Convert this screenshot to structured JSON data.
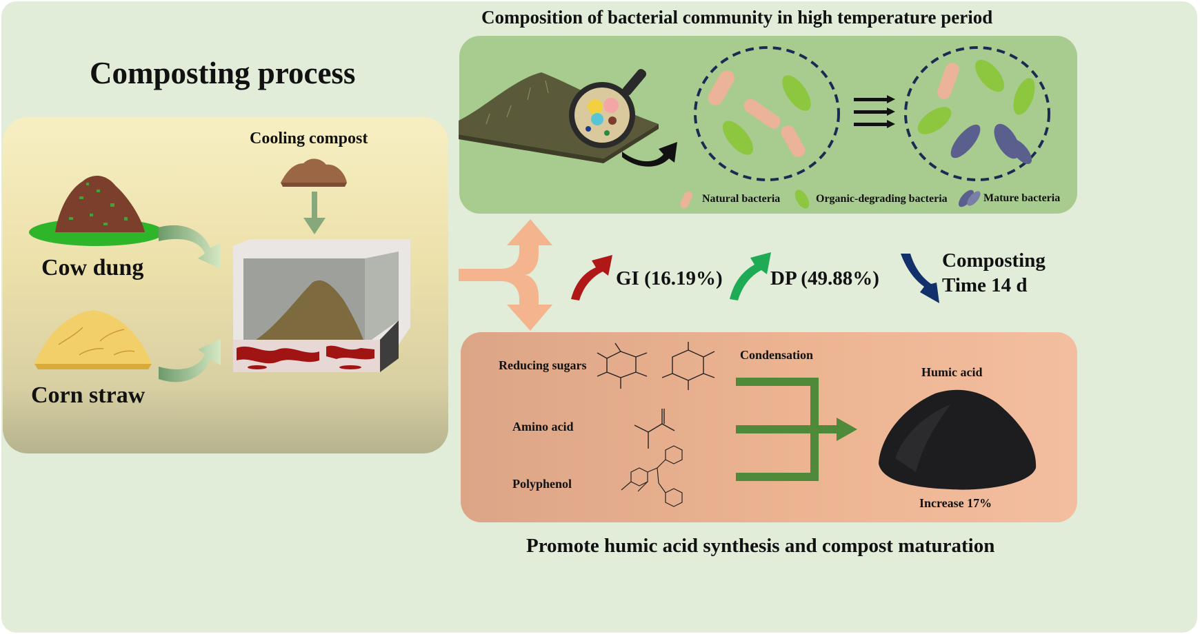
{
  "left": {
    "title": "Composting process",
    "cooling_label": "Cooling compost",
    "cow_label": "Cow dung",
    "corn_label": "Corn straw"
  },
  "top": {
    "title": "Composition of bacterial community in high temperature period",
    "legend": {
      "natural": "Natural bacteria",
      "organic": "Organic-degrading bacteria",
      "mature": "Mature bacteria"
    }
  },
  "middle": {
    "gi": "GI (16.19%)",
    "dp": "DP (49.88%)",
    "time_line1": "Composting",
    "time_line2": "Time 14 d"
  },
  "bottom": {
    "title": "Promote humic acid synthesis and compost maturation",
    "reducing_sugars": "Reducing sugars",
    "amino_acid": "Amino acid",
    "polyphenol": "Polyphenol",
    "condensation": "Condensation",
    "humic_acid": "Humic acid",
    "increase": "Increase 17%"
  },
  "colors": {
    "background": "#e1ecd9",
    "top_panel": "#a8cc8f",
    "bottom_panel": "#eab28f",
    "left_panel": "#f2e8b4",
    "arrow_peach": "#f4b48e",
    "arrow_red": "#b01818",
    "arrow_green": "#1faa55",
    "arrow_navy": "#12306a",
    "condensation_arrow": "#4f8a3a"
  },
  "icons": [
    "bacteria-icon",
    "magnifier-icon",
    "compost-box-icon",
    "humic-acid-pile-icon"
  ]
}
